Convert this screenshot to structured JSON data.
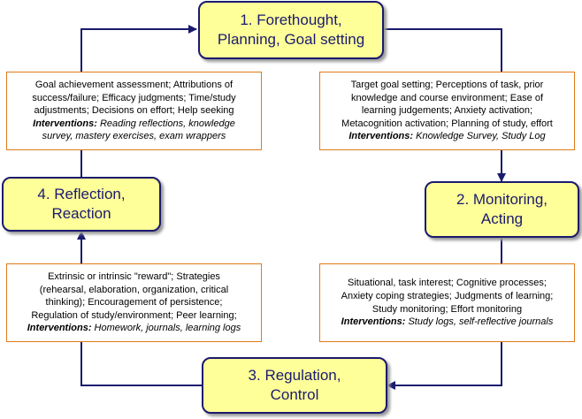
{
  "colors": {
    "phase_fill": "#ffff99",
    "phase_border": "#1a1a6e",
    "note_border": "#e07a1a",
    "arrow": "#1a1a6e"
  },
  "phases": {
    "forethought": [
      "1. Forethought,",
      "Planning, Goal setting"
    ],
    "monitoring": [
      "2. Monitoring,",
      "Acting"
    ],
    "regulation": [
      "3. Regulation,",
      "Control"
    ],
    "reflection": [
      "4. Reflection,",
      "Reaction"
    ]
  },
  "notes": {
    "reflection_to_forethought": {
      "lines": [
        "Goal achievement assessment; Attributions of",
        "success/failure; Efficacy judgments; Time/study",
        "adjustments; Decisions on effort; Help seeking"
      ],
      "interventions_label": "Interventions:",
      "interventions_lines": [
        "Reading reflections, knowledge",
        "survey, mastery exercises, exam wrappers"
      ]
    },
    "forethought_to_monitoring": {
      "lines": [
        "Target goal setting; Perceptions of task, prior",
        "knowledge and course environment; Ease of",
        "learning judgements; Anxiety activation;",
        "Metacognition activation; Planning of study, effort"
      ],
      "interventions_label": "Interventions:",
      "interventions_lines": [
        "Knowledge Survey, Study Log"
      ]
    },
    "regulation_to_reflection": {
      "lines": [
        "Extrinsic or intrinsic \"reward\"; Strategies",
        "(rehearsal, elaboration, organization, critical",
        "thinking); Encouragement of persistence;",
        "Regulation of study/environment; Peer learning;"
      ],
      "interventions_label": "Interventions:",
      "interventions_lines": [
        "Homework, journals, learning logs"
      ]
    },
    "monitoring_to_regulation": {
      "lines": [
        "Situational, task interest; Cognitive processes;",
        "Anxiety coping strategies; Judgments of learning;",
        "Study monitoring; Effort monitoring"
      ],
      "interventions_label": "Interventions:",
      "interventions_lines": [
        "Study logs, self-reflective journals"
      ]
    }
  }
}
